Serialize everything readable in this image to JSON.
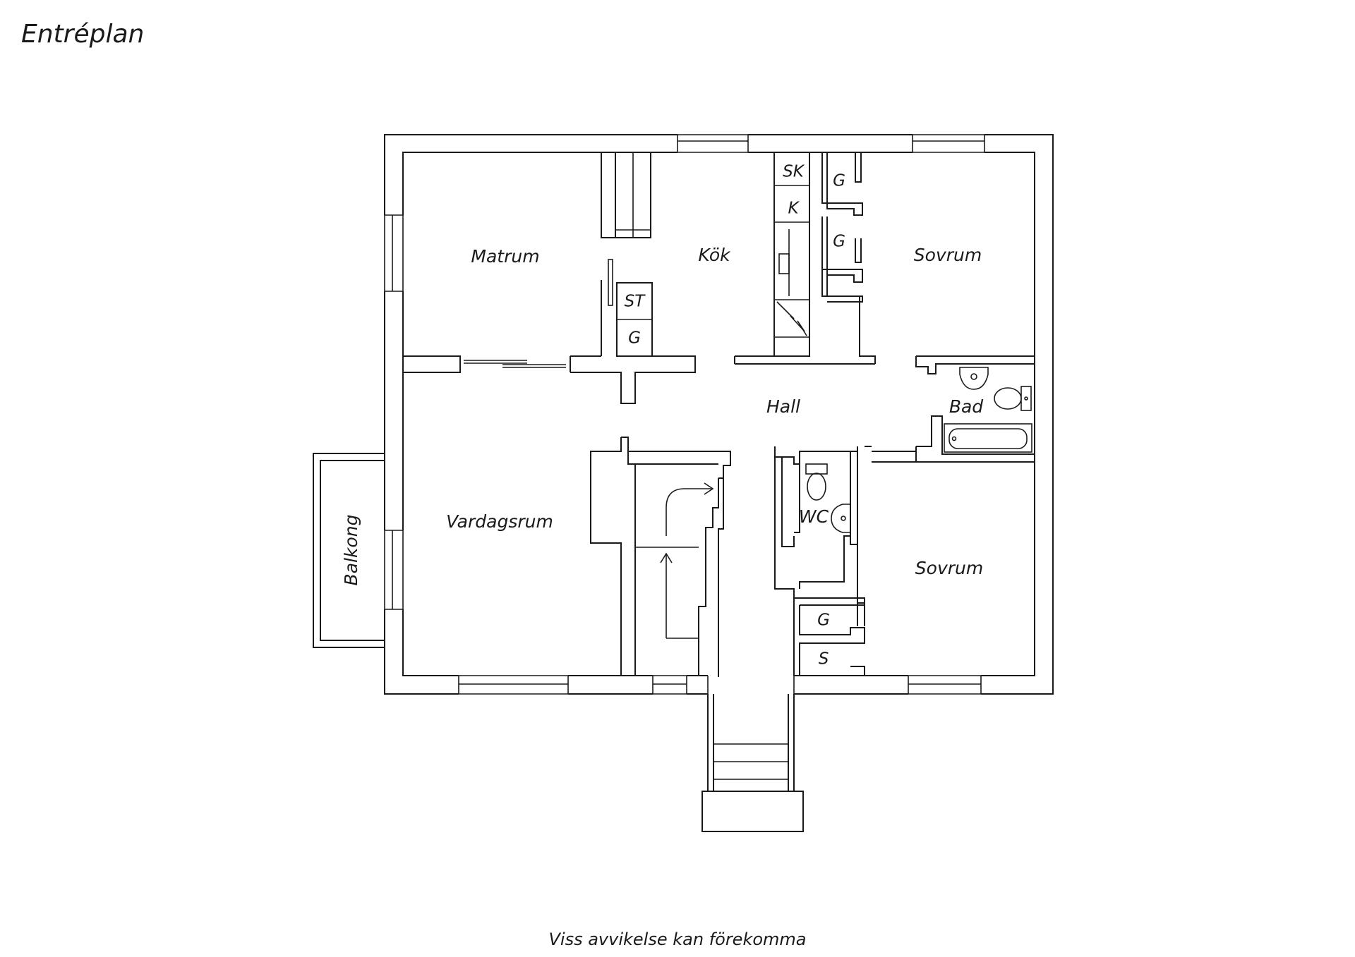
{
  "title": "Entréplan",
  "disclaimer": "Viss avvikelse kan förekomma",
  "rooms": {
    "matrum": "Matrum",
    "kok": "Kök",
    "sovrum_1": "Sovrum",
    "hall": "Hall",
    "bad": "Bad",
    "vardagsrum": "Vardagsrum",
    "wc": "WC",
    "sovrum_2": "Sovrum",
    "balkong": "Balkong"
  },
  "fixtures": {
    "sk": "SK",
    "k": "K",
    "st": "ST",
    "g": "G",
    "s": "S"
  }
}
